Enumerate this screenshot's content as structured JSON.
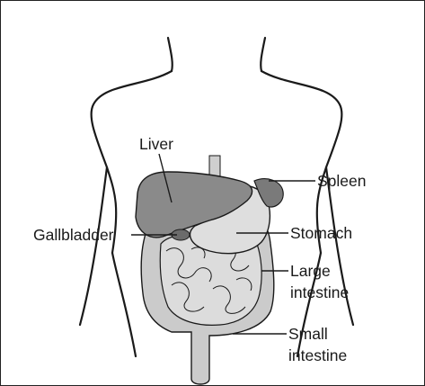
{
  "diagram": {
    "labels": {
      "liver": "Liver",
      "spleen": "Spleen",
      "gallbladder": "Gallbladder",
      "stomach": "Stomach",
      "large_intestine_line1": "Large",
      "large_intestine_line2": "intestine",
      "small_intestine_line1": "Small",
      "small_intestine_line2": "intestine"
    },
    "colors": {
      "outline": "#1a1a1a",
      "liver": "#8a8a8a",
      "spleen": "#7a7a7a",
      "stomach": "#dedede",
      "intestine": "#c8c8c8",
      "small_intestine": "#d9d9d9",
      "gallbladder": "#6b6b6b"
    }
  }
}
